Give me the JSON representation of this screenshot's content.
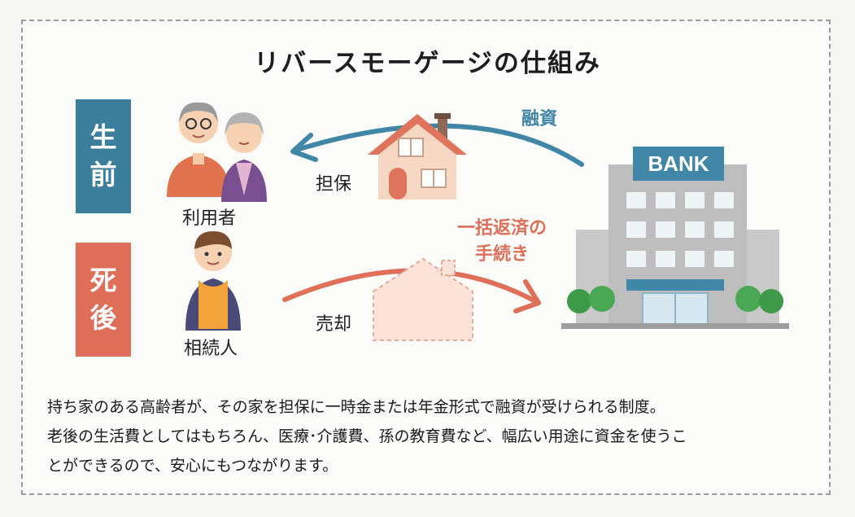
{
  "title": "リバースモーゲージの仕組み",
  "phases": {
    "alive": [
      "生",
      "前"
    ],
    "after_death": [
      "死",
      "後"
    ]
  },
  "people": {
    "user_label": "利用者",
    "heir_label": "相続人"
  },
  "flows": {
    "loan": "融資",
    "collateral": "担保",
    "repayment_line1": "一括返済の",
    "repayment_line2": "手続き",
    "sale": "売却"
  },
  "bank_sign": "BANK",
  "description": [
    "持ち家のある高齢者が、その家を担保に一時金または年金形式で融資が受けられる制度。",
    "老後の生活費としてはもちろん、医療･介護費、孫の教育費など、幅広い用途に資金を使うこ",
    "とができるので、安心にもつながります。"
  ],
  "colors": {
    "alive_phase": "#3c7f9d",
    "death_phase": "#df6f58",
    "loan_arrow": "#3f86a7",
    "sale_arrow": "#df6f58"
  }
}
